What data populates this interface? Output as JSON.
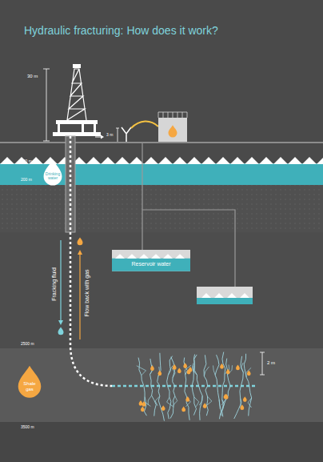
{
  "diagram": {
    "title": "Hydraulic fracturing: How does it work?",
    "nodes": [
      {
        "text": [
          "Drinking water"
        ]
      },
      {
        "text": [
          "Reservoir water"
        ]
      },
      {
        "text": [
          "Shale gas"
        ]
      }
    ],
    "labels": [
      "30 m",
      "3 m",
      "100 m",
      "200 m",
      "Fracking fluid",
      "Flow back with gas",
      "2500 m",
      "2 m",
      "3500 m"
    ]
  }
}
